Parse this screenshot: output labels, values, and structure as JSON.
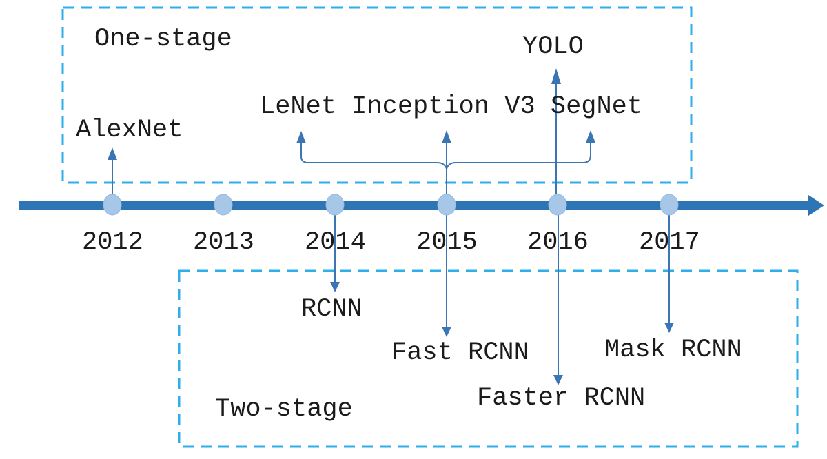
{
  "diagram_type": "timeline",
  "timeline": {
    "years": [
      "2012",
      "2013",
      "2014",
      "2015",
      "2016",
      "2017"
    ]
  },
  "one_stage": {
    "label": "One-stage",
    "alexnet": "AlexNet",
    "lenet_line": "LeNet Inception V3 SegNet",
    "yolo": "YOLO"
  },
  "two_stage": {
    "label": "Two-stage",
    "rcnn": "RCNN",
    "fast_rcnn": "Fast RCNN",
    "faster_rcnn": "Faster RCNN",
    "mask_rcnn": "Mask RCNN"
  },
  "events": [
    {
      "year": "2012",
      "model": "AlexNet",
      "group": "One-stage",
      "direction": "up"
    },
    {
      "year": "2014",
      "model": "RCNN",
      "group": "Two-stage",
      "direction": "down"
    },
    {
      "year": "2015",
      "model": "Fast RCNN",
      "group": "Two-stage",
      "direction": "down"
    },
    {
      "year": "2016",
      "model": "YOLO",
      "group": "One-stage",
      "direction": "up"
    },
    {
      "year": "2016",
      "model": "Faster RCNN",
      "group": "Two-stage",
      "direction": "down"
    },
    {
      "year": "2017",
      "model": "Mask RCNN",
      "group": "Two-stage",
      "direction": "down"
    },
    {
      "years": [
        "2014",
        "2015",
        "2016"
      ],
      "model": "LeNet Inception V3 SegNet",
      "group": "One-stage",
      "direction": "up"
    }
  ],
  "colors": {
    "timeline_bar": "#2E75B6",
    "year_dot": "#A7C7E8",
    "dashed_box": "#2FAEEA",
    "connector_arrow": "#3B75B4",
    "text": "#1B1B1B"
  }
}
